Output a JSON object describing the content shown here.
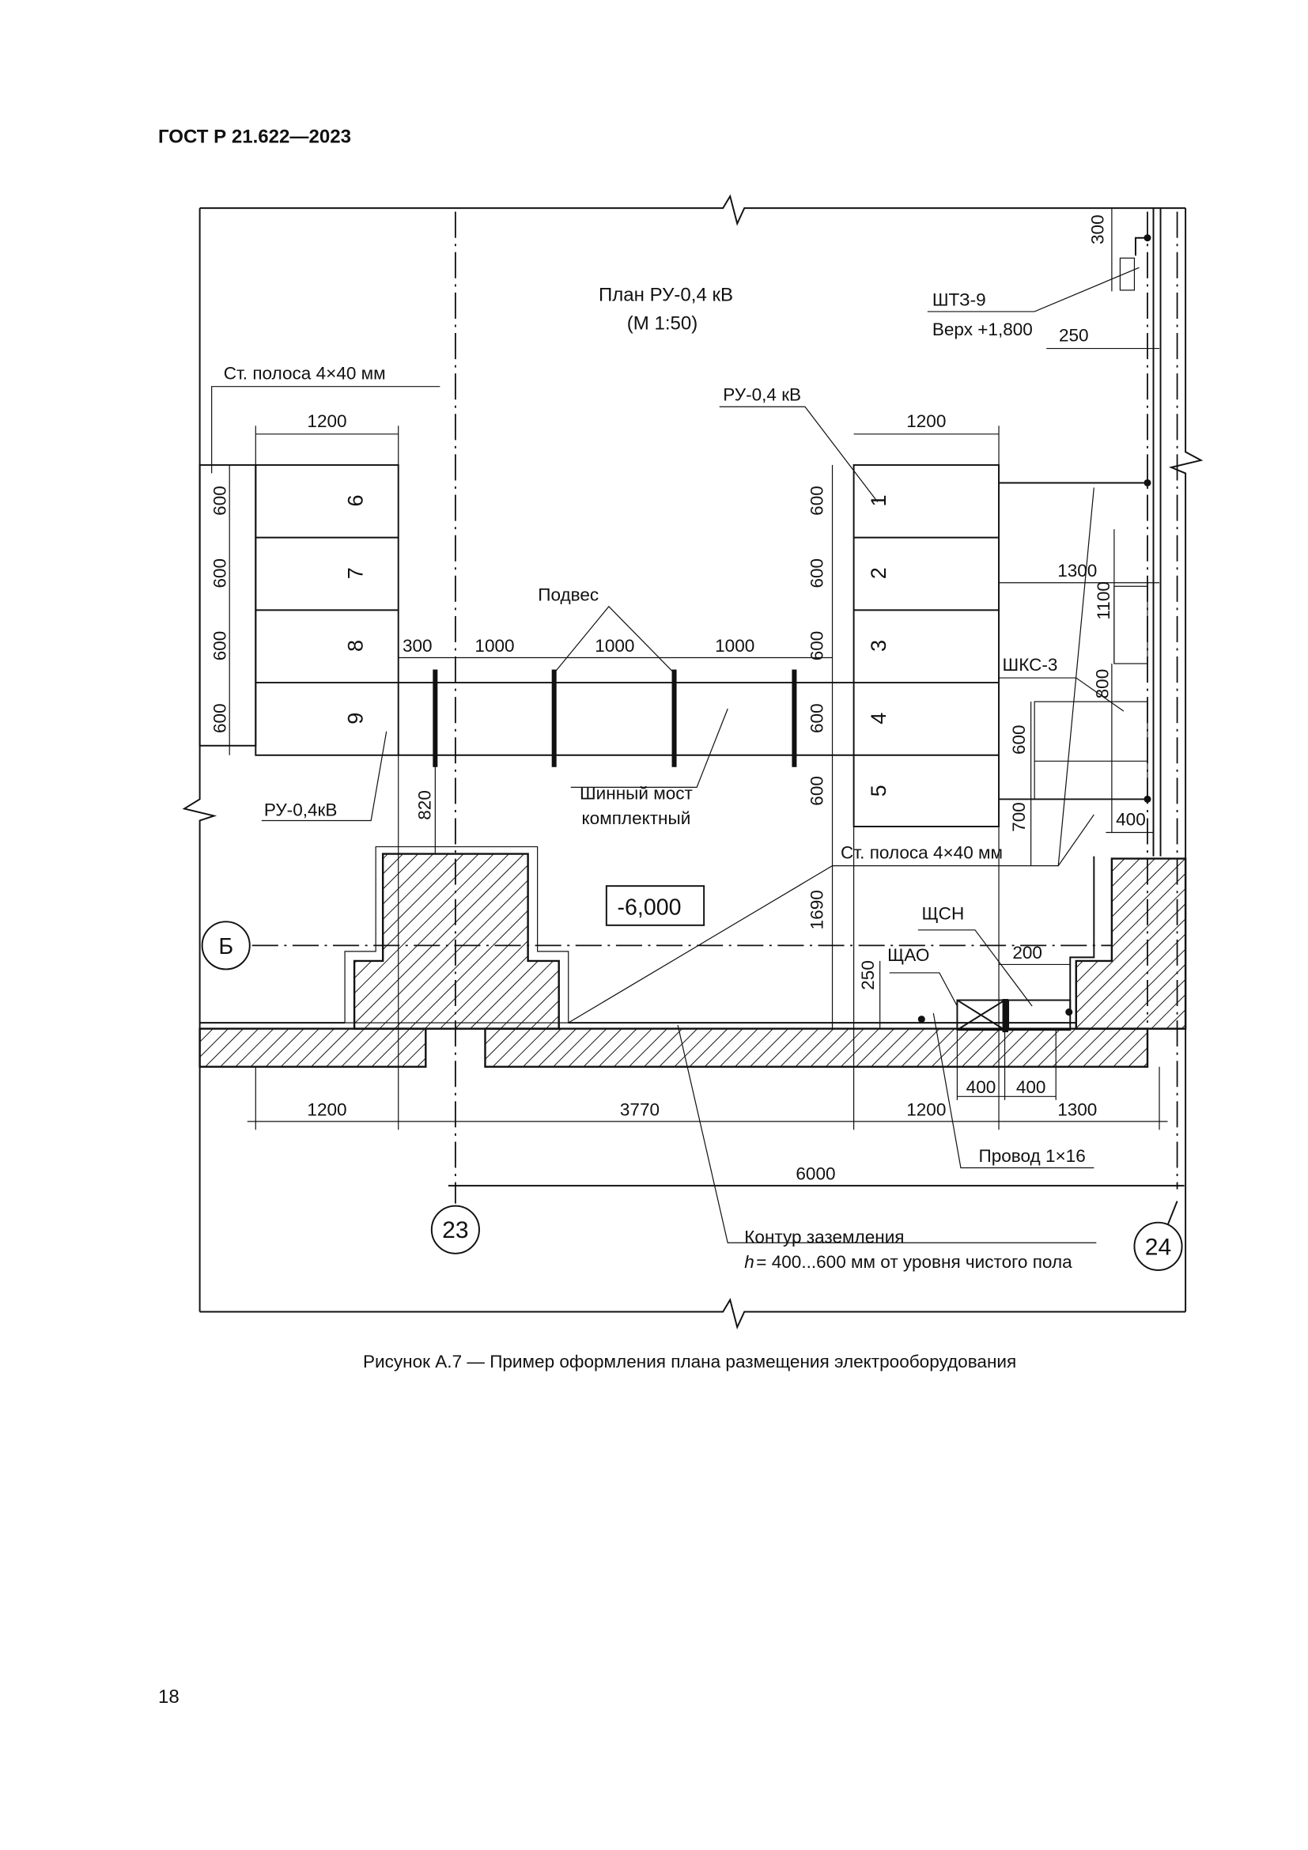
{
  "header": {
    "standard": "ГОСТ Р 21.622—2023"
  },
  "figure": {
    "plan_title": "План РУ-0,4 кВ",
    "plan_scale": "(М 1:50)",
    "caption": "Рисунок А.7 — Пример оформления плана размещения электрооборудования",
    "labels": {
      "strip_top": "Ст. полоса 4×40 мм",
      "strip_right": "Ст. полоса 4×40 мм",
      "ru_right": "РУ-0,4 кВ",
      "ru_left": "РУ-0,4кВ",
      "shtz": "ШТЗ-9",
      "shtz_top": "Верх +1,800",
      "hanger": "Подвес",
      "busbar_1": "Шинный мост",
      "busbar_2": "комплектный",
      "shks": "ШКС-3",
      "level": "-6,000",
      "shsn": "ЩСН",
      "shao": "ЩАО",
      "wire": "Провод 1×16",
      "ground_1": "Контур заземления",
      "ground_2_h": "h",
      "ground_2": " = 400...600 мм от уровня чистого пола"
    },
    "axes": {
      "a23": "23",
      "a24": "24",
      "b": "Б"
    },
    "cabinets_left": [
      "6",
      "7",
      "8",
      "9"
    ],
    "cabinets_right": [
      "1",
      "2",
      "3",
      "4",
      "5"
    ],
    "dims": {
      "top_left": "1200",
      "top_right": "1200",
      "left_rows": [
        "600",
        "600",
        "600",
        "600"
      ],
      "right_rows": [
        "600",
        "600",
        "600",
        "600",
        "600"
      ],
      "bus": [
        "300",
        "1000",
        "1000",
        "1000"
      ],
      "d820": "820",
      "d1690": "1690",
      "d250": "250",
      "d200": "200",
      "d400a": "400",
      "d400b": "400",
      "bottom": [
        "1200",
        "3770",
        "1200",
        "1300"
      ],
      "total": "6000",
      "r300": "300",
      "r250": "250",
      "r1300": "1300",
      "r1100": "1100",
      "r800": "800",
      "r600": "600",
      "r700": "700",
      "r400": "400"
    }
  },
  "page_number": "18"
}
